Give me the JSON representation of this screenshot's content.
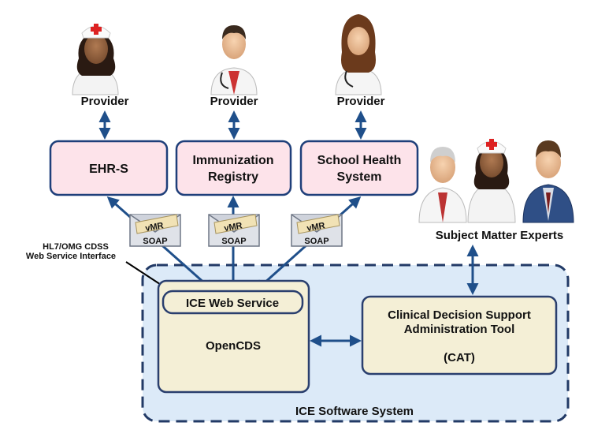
{
  "providers": [
    {
      "label": "Provider"
    },
    {
      "label": "Provider"
    },
    {
      "label": "Provider"
    }
  ],
  "systems": [
    {
      "line1": "EHR-S",
      "line2": ""
    },
    {
      "line1": "Immunization",
      "line2": "Registry"
    },
    {
      "line1": "School Health",
      "line2": "System"
    }
  ],
  "envelope": {
    "top": "vMR",
    "bottom": "SOAP"
  },
  "subject_matter_experts": "Subject Matter Experts",
  "interface_note": {
    "line1": "HL7/OMG CDSS",
    "line2": "Web Service Interface"
  },
  "ice_web_service": "ICE Web Service",
  "opencds": "OpenCDS",
  "cat": {
    "line1": "Clinical Decision Support",
    "line2": "Administration Tool",
    "line3": "(CAT)"
  },
  "ice_software_system": "ICE Software System",
  "colors": {
    "arrow": "#1f4f8a",
    "system_box_fill": "#fde3ea",
    "component_fill": "#f4efd6",
    "ice_region_fill": "#dceaf8",
    "ice_region_border": "#223a66"
  }
}
